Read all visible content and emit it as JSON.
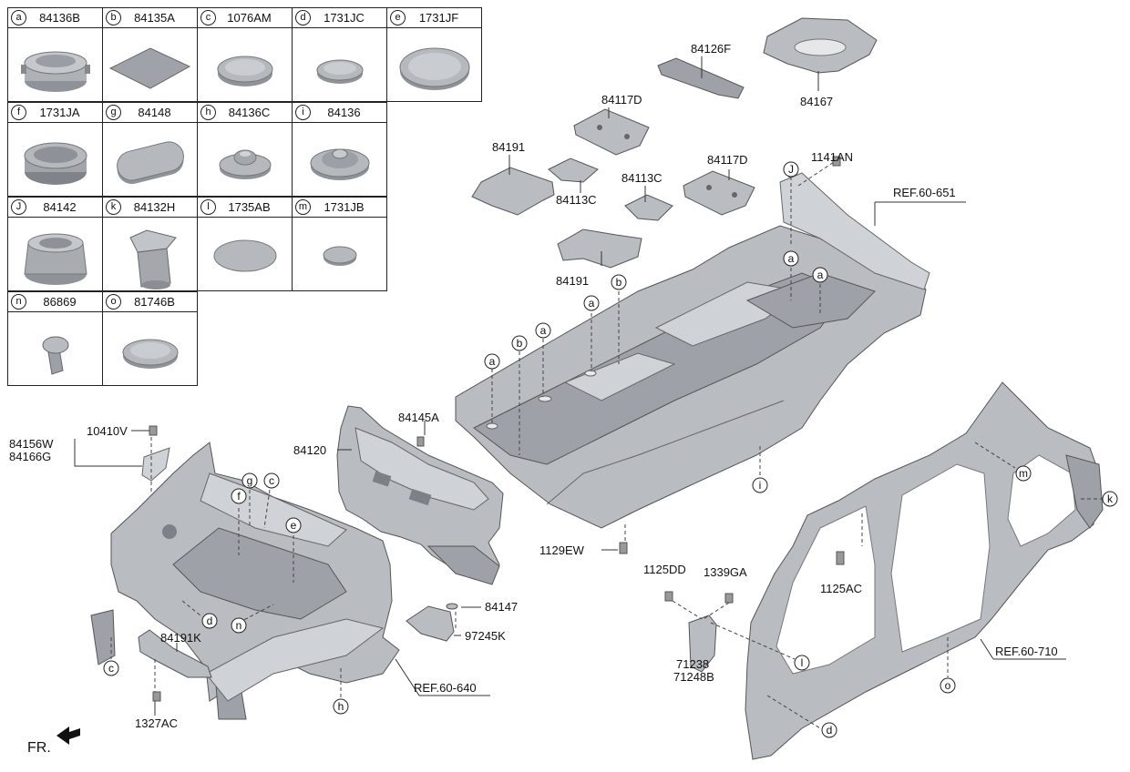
{
  "legend": [
    {
      "letter": "a",
      "part": "84136B"
    },
    {
      "letter": "b",
      "part": "84135A"
    },
    {
      "letter": "c",
      "part": "1076AM"
    },
    {
      "letter": "d",
      "part": "1731JC"
    },
    {
      "letter": "e",
      "part": "1731JF"
    },
    {
      "letter": "f",
      "part": "1731JA"
    },
    {
      "letter": "g",
      "part": "84148"
    },
    {
      "letter": "h",
      "part": "84136C"
    },
    {
      "letter": "i",
      "part": "84136"
    },
    {
      "letter": "J",
      "part": "84142"
    },
    {
      "letter": "k",
      "part": "84132H"
    },
    {
      "letter": "l",
      "part": "1735AB"
    },
    {
      "letter": "m",
      "part": "1731JB"
    },
    {
      "letter": "n",
      "part": "86869"
    },
    {
      "letter": "o",
      "part": "81746B"
    }
  ],
  "part_labels": {
    "p84126F": "84126F",
    "p84167": "84167",
    "p84117D_top": "84117D",
    "p84191_top": "84191",
    "p84113C_left": "84113C",
    "p84113C_mid": "84113C",
    "p84117D_right": "84117D",
    "p1141AN": "1141AN",
    "p84191_bottom": "84191",
    "p84145A": "84145A",
    "p84120": "84120",
    "p10410V": "10410V",
    "p84156W": "84156W",
    "p84166G": "84166G",
    "p84147": "84147",
    "p97245K": "97245K",
    "p84191K": "84191K",
    "p1327AC": "1327AC",
    "p1129EW": "1129EW",
    "p1125DD": "1125DD",
    "p1339GA": "1339GA",
    "p1125AC": "1125AC",
    "p71238": "71238",
    "p71248B": "71248B"
  },
  "refs": {
    "ref651": "REF.60-651",
    "ref640": "REF.60-640",
    "ref710": "REF.60-710"
  },
  "front_label": "FR."
}
